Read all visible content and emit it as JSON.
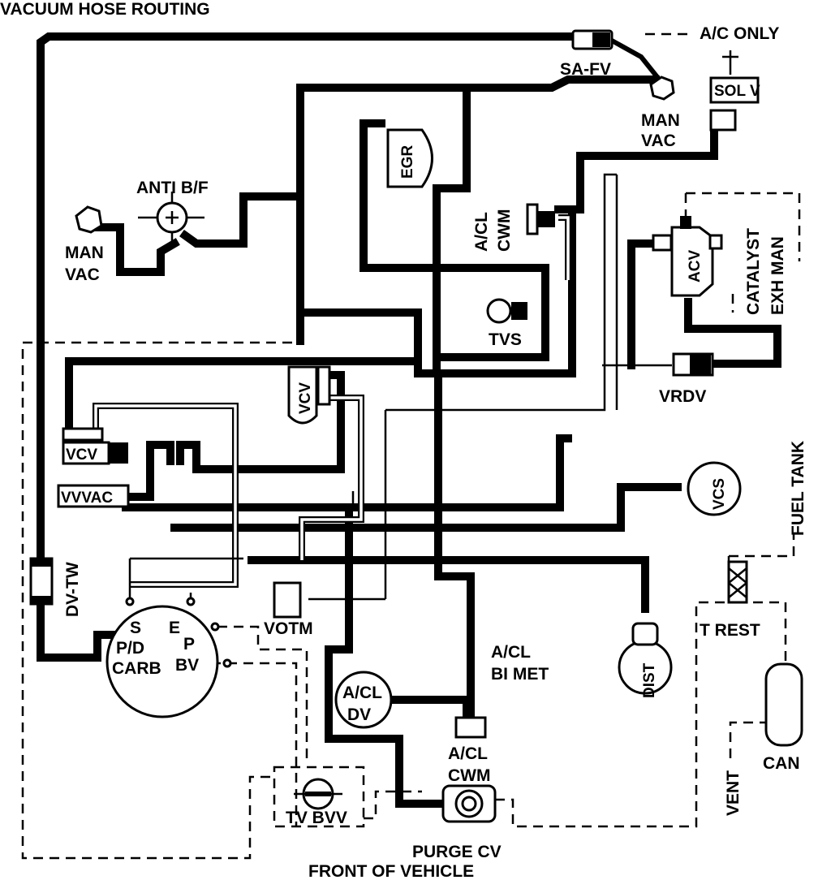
{
  "title": "VACUUM HOSE ROUTING",
  "labels": {
    "ac_only": "A/C ONLY",
    "sa_fv": "SA-FV",
    "sol_v": "SOL V",
    "man_vac_top": "MAN",
    "man_vac_top_2": "VAC",
    "man_vac_left": "MAN",
    "man_vac_left_2": "VAC",
    "anti_bf": "ANTI B/F",
    "egr": "EGR",
    "acl_cwm_top": "A/CL",
    "acl_cwm_top_2": "CWM",
    "acv": "ACV",
    "catalyst": "CATALYST",
    "exh_man": "EXH MAN",
    "tvs": "TVS",
    "vrdv": "VRDV",
    "vcv_center": "VCV",
    "vcv_left": "VCV",
    "vvvac": "VVVAC",
    "fuel_tank": "FUEL TANK",
    "vcs": "VCS",
    "dv_tw": "DV-TW",
    "carb_s": "S",
    "carb_e": "E",
    "carb_pd": "P/D",
    "carb_p": "P",
    "carb_carb": "CARB",
    "carb_bv": "BV",
    "votm": "VOTM",
    "acl_bimet": "A/CL",
    "acl_bimet_2": "BI MET",
    "t_rest": "T REST",
    "dist": "DIST",
    "acl_dv": "A/CL",
    "acl_dv_2": "DV",
    "acl_cwm_bottom": "A/CL",
    "acl_cwm_bottom_2": "CWM",
    "can": "CAN",
    "vent": "VENT",
    "tv_bvv": "TV BVV",
    "purge_cv": "PURGE CV",
    "front": "FRONT OF VEHICLE"
  }
}
